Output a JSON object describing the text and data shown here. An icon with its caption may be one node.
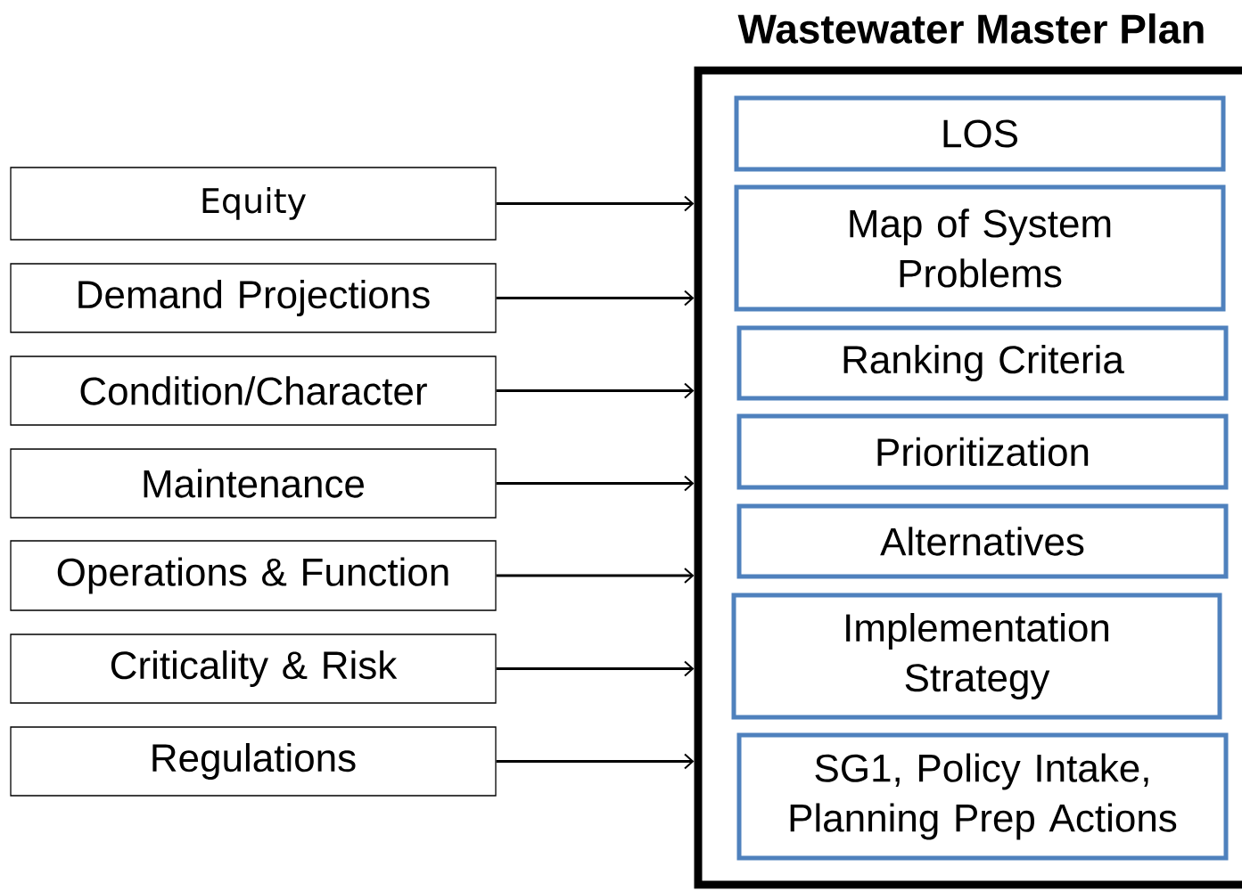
{
  "diagram": {
    "nodes": [
      {
        "text": [
          "Wastewater Master Plan"
        ]
      },
      {
        "text": [
          "LOS"
        ],
        "in": 0
      },
      {
        "text": [
          "Map of System Problems"
        ],
        "in": 0
      },
      {
        "text": [
          "Ranking Criteria"
        ],
        "in": 0
      },
      {
        "text": [
          "Prioritization"
        ],
        "in": 0
      },
      {
        "text": [
          "Alternatives"
        ],
        "in": 0
      },
      {
        "text": [
          "Implementation Strategy"
        ],
        "in": 0
      },
      {
        "text": [
          "SG1, Policy Intake, Planning Prep Actions"
        ],
        "in": 0
      },
      {
        "text": [
          "Equity"
        ]
      },
      {
        "text": [
          "Demand Projections"
        ]
      },
      {
        "text": [
          "Condition/Character"
        ]
      },
      {
        "text": [
          "Maintenance"
        ]
      },
      {
        "text": [
          "Operations & Function"
        ]
      },
      {
        "text": [
          "Criticality & Risk"
        ]
      },
      {
        "text": [
          "Regulations"
        ]
      }
    ],
    "edges": [
      {
        "from": 8,
        "to": 0,
        "arrow": "to"
      },
      {
        "from": 9,
        "to": 0,
        "arrow": "to"
      },
      {
        "from": 10,
        "to": 0,
        "arrow": "to"
      },
      {
        "from": 11,
        "to": 0,
        "arrow": "to"
      },
      {
        "from": 12,
        "to": 0,
        "arrow": "to"
      },
      {
        "from": 13,
        "to": 0,
        "arrow": "to"
      },
      {
        "from": 14,
        "to": 0,
        "arrow": "to"
      }
    ]
  }
}
